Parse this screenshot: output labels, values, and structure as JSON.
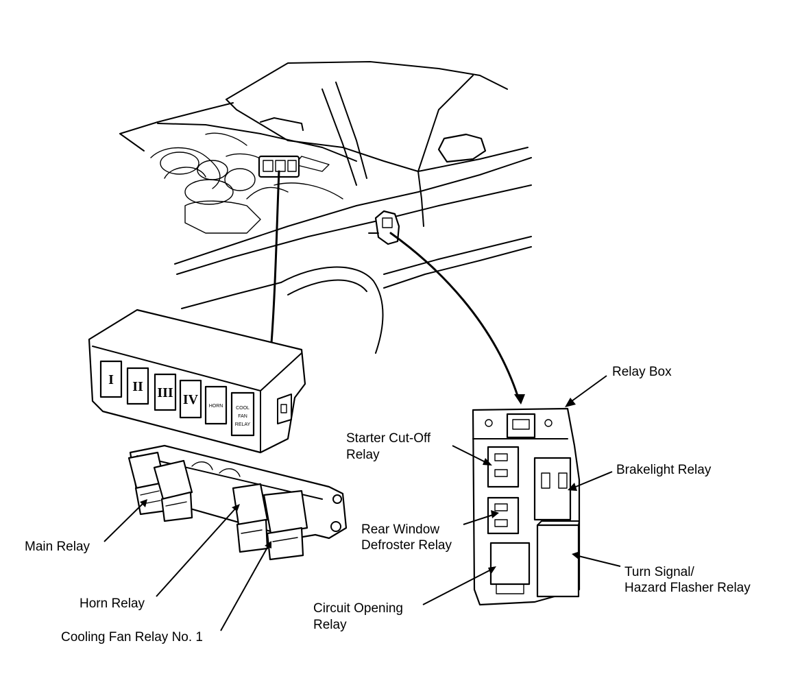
{
  "fuse_cover": {
    "slots": [
      "I",
      "II",
      "III",
      "IV"
    ],
    "horn_slot": "HORN",
    "cool_fan_slot": [
      "COOL",
      "FAN",
      "RELAY"
    ]
  },
  "labels": {
    "relay_box": "Relay Box",
    "starter_cut_off": [
      "Starter Cut-Off",
      "Relay"
    ],
    "brakelight": "Brakelight Relay",
    "rear_window": [
      "Rear Window",
      "Defroster Relay"
    ],
    "turn_signal": [
      "Turn Signal/",
      "Hazard Flasher Relay"
    ],
    "circuit_opening": [
      "Circuit Opening",
      "Relay"
    ],
    "main_relay": "Main Relay",
    "horn_relay": "Horn Relay",
    "cooling_fan": "Cooling Fan Relay No. 1"
  }
}
